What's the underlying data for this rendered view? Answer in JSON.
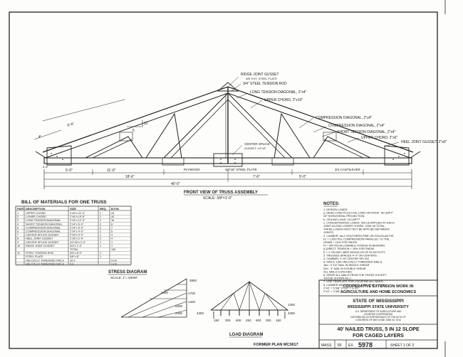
{
  "front_view": {
    "title": "FRONT VIEW OF TRUSS ASSEMBLY",
    "scale": "SCALE: 3/8\"=1'-0\"",
    "labels": {
      "ridge_gusset": "RIDGE JOINT GUSSET",
      "ridge_gusset_sub": "3/8\" EXT. STEEL PLATE",
      "steel_rod": "3/4\" STEEL TENSION ROD",
      "long_tension": "LONG TENSION DIAGONAL, 2\"x4\"",
      "upper_chord": "UPPER CHORD, 2\"x10\"",
      "comp_diag_1": "COMPRESSION DIAGONAL, 2\"x4\"",
      "comp_diag_2": "COMPRESSION DIAGONAL, 2\"x4\"",
      "short_tension": "SHORT TENSION DIAGONAL, 2\"x4\"",
      "upper_chord_2": "UPPER CHORD, 2\"x6\"",
      "heel_gusset": "HEEL JOINT GUSSET, 2\"x6\"",
      "center_splice": "CENTER SPLICE",
      "center_splice_sub": "GUSSET, 1/2\"x5\"",
      "plywood": "PLYWOOD",
      "steel_plate": "3/4\"x6\" STEEL PLATE",
      "cantilever": "3/4 CANTILEVER",
      "dim_5": "5'-0\"",
      "dim_11": "11'-0\"",
      "dim_18": "18'-6\"",
      "dim_7": "7'-6\"",
      "dim_5b": "5'-0\"",
      "dim_40": "40'-0\"",
      "dim_4": "4'",
      "dim_12": "12",
      "dim_5c": "5",
      "dim_6_6": "6'-6\"",
      "dim_8_6": "8'-6\""
    }
  },
  "bom": {
    "title": "BILL OF MATERIALS FOR ONE TRUSS",
    "headers": [
      "PART",
      "DESCRIPTION",
      "SIZE",
      "REQ.",
      "B.F.M."
    ],
    "rows": [
      [
        "1",
        "UPPER CHORD",
        "2\"x6\"x 22'-0\"",
        "2",
        "44"
      ],
      [
        "2",
        "LOWER CHORD",
        "2\"x6\"x 19'-6\"",
        "2",
        "40"
      ],
      [
        "3",
        "LONG TENSION DIAGONAL",
        "2\"x4\"x 12'-0\"",
        "2",
        "16"
      ],
      [
        "4",
        "SHORT TENSION DIAGONAL",
        "2\"x4\"x 6'-0\"",
        "2",
        "8"
      ],
      [
        "5",
        "COMPRESSION DIAGONAL",
        "2\"x4\"x 5'-0\"",
        "2",
        "7"
      ],
      [
        "6",
        "COMPRESSION DIAGONAL",
        "2\"x4\"x 4'-0\"",
        "2",
        "5"
      ],
      [
        "7",
        "CENTER SPLICE GUSSET",
        "2\"x6\"x 4'-0\"",
        "1",
        "4"
      ],
      [
        "8",
        "HEEL JOINT GUSSET",
        "2\"x6\"x 2'-0\"",
        "2",
        "4"
      ],
      [
        "9",
        "CENTER SPLICE GUSSET",
        "1/2\"x5\"x 2'-0\"",
        "1",
        "1"
      ],
      [
        "10",
        "RIDGE JOINT GUSSET",
        "3/4\"x 1'-0\"",
        "1",
        "1"
      ],
      [
        "",
        "",
        "TOTAL",
        "",
        "130"
      ],
      [
        "11",
        "STEEL TENSION ROD",
        "3/4\"x 8'-0\"",
        "1",
        ""
      ],
      [
        "",
        "STEEL PLATE",
        "3/8\"x 6\"",
        "1",
        ""
      ],
      [
        "",
        "HELICALLY THREADED NAILS",
        "16 d",
        "",
        "3 LB."
      ],
      [
        "",
        "HELICALLY THREADED NAILS",
        "8 d",
        "",
        "1 LB."
      ]
    ]
  },
  "notes": {
    "title": "NOTES:",
    "lines": [
      "1. DESIGN LOADS:",
      "  a. DEAD LOAD PLUS LIVE LOAD ON ROOF: 30 LB/FT²",
      "     OF HORIZONTAL PROJECTION.",
      "  b. CEILING LOAD: 10 LB/FT²",
      "  c. CONCENTRATED LOADS: 300 LB APPLIED AT EACH",
      "     JOINT ALONG LOWER CHORD. 1000 LB TOTAL.",
      "     THESE LOADS MUST NOT BE APPLIED BETWEEN",
      "     JOINTS.",
      "2. LUMBER: No.1 SOUTHERN PINE OR DOUGLAS FIR.",
      "     Fc = 1,000 PSI, COMPRESSION PARALLEL TO THE",
      "     GRAIN + 15% FOR SNOW.",
      "     Ft = 900 PSI ALLOWABLE STRESS IN BENDING",
      "     & DIRECT TENSION + 15% FOR SNOW.",
      "     E = 1,760,000 LB/IN² MODULUS OF ELASTICITY.",
      "3. TRUSSES SPACED 4'-0\" ON CENTERS.",
      "4. CAMBER: 1\" AT CENTER SPLICE.",
      "5. NAILS: USE HELICALLY THREADED NAILS.",
      "     16d - 3 1/2\" NAIL IN SINGLE SHEAR",
      "     20d - 4\" NAIL IN DOUBLE SHEAR",
      "     ALL NAILS CLINCHED.",
      "6. DRIVE ALL NAILS FROM THE FRONT EXCEPT",
      "     THOSE SHOWN AS x.",
      "7. USE TEMPLATE FOR LOCATING ALL NAILS.",
      "8. LUMBER WIDTHS:  2\"x4\" = 3 5/8\"   2\"x8\" = 7 1/2\"",
      "     2\"x6\" = 5 5/8\"   2\"x10\" = 9 1/2\"",
      "     2\"x4\" = 3 5/8\""
    ]
  },
  "stress_diagram": {
    "title": "STRESS DIAGRAM",
    "scale": "SCALE: 1\"= 5000#",
    "values": [
      "3800",
      "3400",
      "1700",
      "1400",
      "8400",
      "2400"
    ]
  },
  "load_diagram": {
    "title": "LOAD DIAGRAM",
    "values": [
      "4350",
      "150",
      "300",
      "600",
      "250",
      "600",
      "300",
      "150",
      "4350",
      "1300"
    ]
  },
  "title_block": {
    "org_1": "COOPERATIVE EXTENSION WORK IN",
    "org_2": "AGRICULTURE AND HOME ECONOMICS",
    "state": "STATE OF MISSISSIPPI",
    "univ": "MISSISSIPPI STATE UNIVERSITY",
    "fine_1": "U.S. DEPARTMENT OF AGRICULTURE AND",
    "fine_2": "COUNTIES COOPERATING",
    "fine_3": "DISTRIBUTED IN FURTHERANCE OF THE ACTS OF",
    "fine_4": "CONGRESS OF MAY 8 AND JUNE 30, 1914",
    "plan_title": "40' NAILED TRUSS, 5 IN 12 SLOPE",
    "plan_sub": "FOR CAGED LAYERS",
    "mass": "MASS.",
    "year": "'65",
    "ex_label": "EX.",
    "ex_num": "5978",
    "sheet": "SHEET 1 OF 2"
  },
  "former_plan": "FORMER PLAN MC3617"
}
